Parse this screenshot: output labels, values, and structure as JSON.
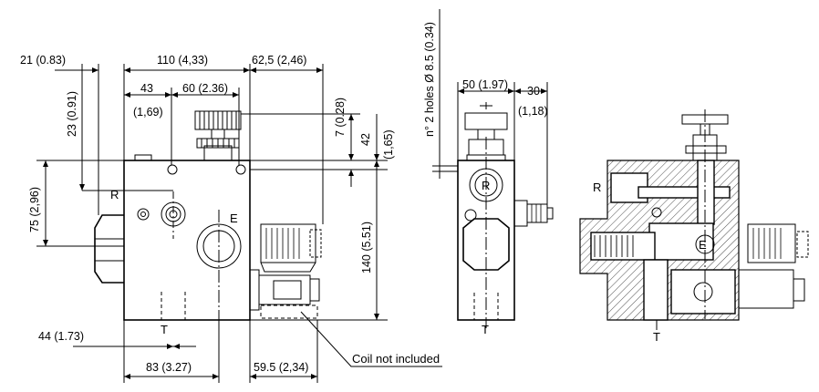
{
  "dimensions": {
    "d21": "21 (0.83)",
    "d110": "110 (4,33)",
    "d62": "62,5 (2,46)",
    "d23": "23 (0.91)",
    "d43": "43",
    "d43in": "(1,69)",
    "d60": "60 (2.36)",
    "d7": "7 (0.28)",
    "d42": "42",
    "d42in": "(1,65)",
    "d75": "75 (2,96)",
    "d140": "140 (5.51)",
    "d44": "44 (1.73)",
    "d83": "83 (3.27)",
    "d59": "59.5 (2,34)",
    "holes": "n° 2 holes Ø 8.5 (0.34)",
    "d50": "50 (1.97)",
    "d30": "30",
    "d30in": "(1,18)"
  },
  "ports": {
    "r": "R",
    "t": "T",
    "e": "E"
  },
  "notes": {
    "coil": "Coil not included"
  }
}
